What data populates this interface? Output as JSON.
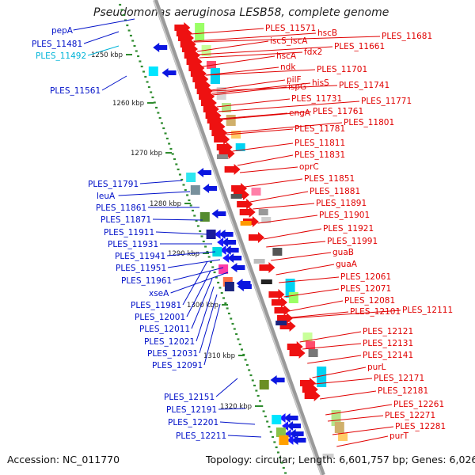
{
  "title": "Pseudomonas aeruginosa LESB58, complete genome",
  "footer": {
    "accession": "Accession: NC_011770",
    "summary": "Topology: circular; Length: 6,601,757 bp; Genes: 6,026"
  },
  "colors": {
    "left_labels": "#0010c8",
    "left_highlight": "#00b4d8",
    "right_labels": "#e00000",
    "backbone": "#8a8a8a",
    "ticks": "#2e8b2e"
  },
  "scale_ticks": [
    "1250 kbp",
    "1260 kbp",
    "1270 kbp",
    "1280 kbp",
    "1290 kbp",
    "1300 kbp",
    "1310 kbp",
    "1320 kbp"
  ],
  "left_labels": [
    "pepA",
    "PLES_11481",
    "PLES_11492",
    "PLES_11561",
    "PLES_11791",
    "leuA",
    "PLES_11861",
    "PLES_11871",
    "PLES_11911",
    "PLES_11931",
    "PLES_11941",
    "PLES_11951",
    "PLES_11961",
    "xseA",
    "PLES_11981",
    "PLES_12001",
    "PLES_12011",
    "PLES_12021",
    "PLES_12031",
    "PLES_12091",
    "PLES_12151",
    "PLES_12191",
    "PLES_12201",
    "PLES_12211"
  ],
  "right_labels": [
    "PLES_11571",
    "hscB",
    "iscS_iscA",
    "PLES_11681",
    "PLES_11661",
    "hscA",
    "fdx2",
    "ndk",
    "pilF",
    "PLES_11701",
    "ispG",
    "hisS",
    "PLES_11741",
    "PLES_11731",
    "PLES_11771",
    "engA",
    "PLES_11761",
    "PLES_11801",
    "PLES_11781",
    "PLES_11811",
    "PLES_11831",
    "oprC",
    "PLES_11851",
    "PLES_11881",
    "PLES_11891",
    "PLES_11901",
    "PLES_11921",
    "PLES_11991",
    "guaB",
    "guaA",
    "PLES_12061",
    "PLES_12071",
    "PLES_12081",
    "PLES_12101",
    "PLES_12111",
    "PLES_12121",
    "PLES_12131",
    "PLES_12141",
    "purL",
    "PLES_12171",
    "PLES_12181",
    "PLES_12261",
    "PLES_12271",
    "PLES_12281",
    "purT"
  ]
}
